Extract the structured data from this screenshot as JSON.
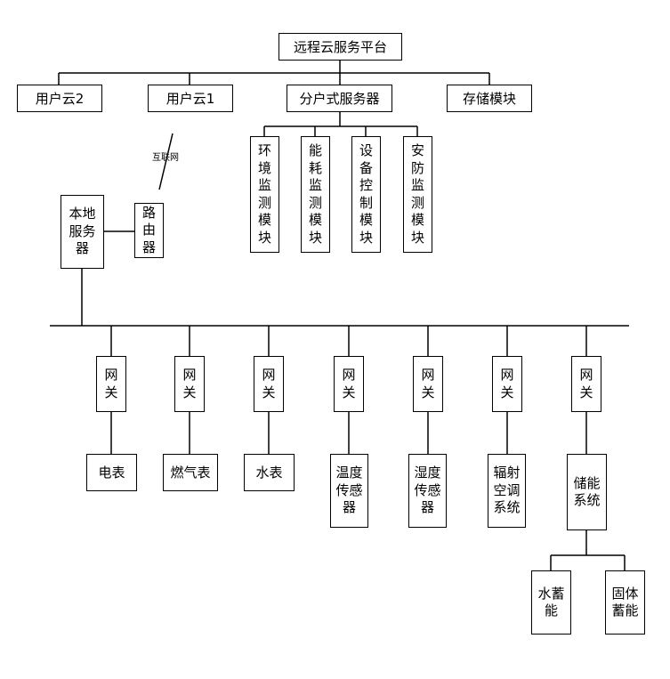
{
  "platform": "远程云服务平台",
  "tier1": {
    "user_cloud_2": "用户云2",
    "user_cloud_1": "用户云1",
    "distributed_server": "分户式服务器",
    "storage_module": "存储模块"
  },
  "modules": {
    "env_monitor": "环境监测模块",
    "energy_monitor": "能耗监测模块",
    "device_control": "设备控制模块",
    "security_monitor": "安防监测模块"
  },
  "internet_label": "互联网",
  "local_server": "本地服务器",
  "router": "路由器",
  "gateway_label": "网关",
  "devices": {
    "electric_meter": "电表",
    "gas_meter": "燃气表",
    "water_meter": "水表",
    "temperature_sensor": "温度传感器",
    "humidity_sensor": "湿度传感器",
    "radiant_ac": "辐射空调系统",
    "energy_storage": "储能系统"
  },
  "storage_types": {
    "water_storage": "水蓄能",
    "solid_storage": "固体蓄能"
  }
}
